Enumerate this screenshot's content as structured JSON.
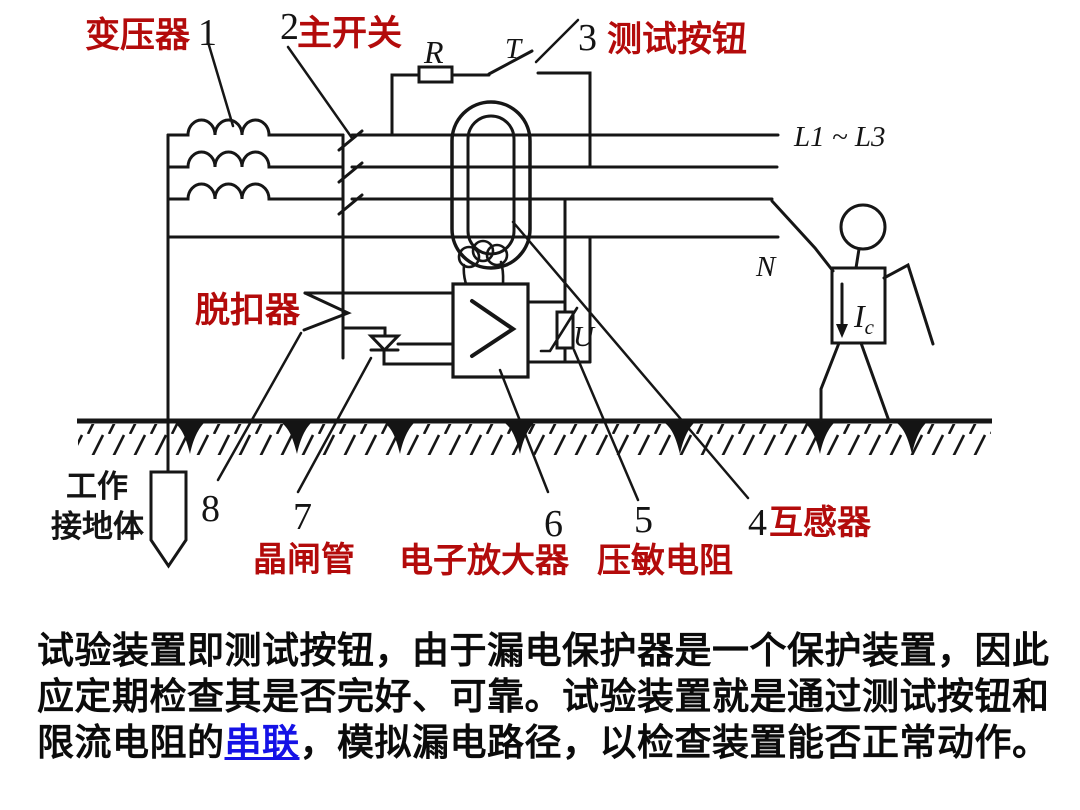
{
  "diagram": {
    "colors": {
      "label_red": "#b30b0b",
      "line_black": "#161616",
      "link_blue": "#1512e6"
    },
    "labels": {
      "transformer": "变压器",
      "num_1": "1",
      "num_2": "2",
      "main_switch": "主开关",
      "num_3": "3",
      "test_button": "测试按钮",
      "resistor_r": "R",
      "switch_t": "T",
      "phase_range": "L1 ~ L3",
      "neutral_n": "N",
      "trip_release": "脱扣器",
      "varistor_u": "U",
      "current_i": "I",
      "current_i_sub": "c",
      "working_earth_1": "工作",
      "working_earth_2": "接地体",
      "num_8": "8",
      "num_7": "7",
      "thyristor": "晶闸管",
      "num_6": "6",
      "amplifier": "电子放大器",
      "num_5": "5",
      "varistor": "压敏电阻",
      "num_4": "4",
      "current_transformer": "互感器"
    }
  },
  "caption": {
    "line1": "试验装置即测试按钮，由于漏电保护器是一个保护装置，因此",
    "line2": "应定期检查其是否完好、可靠。试验装置就是通过测试按钮和",
    "line3_before": "限流电阻的",
    "line3_link": "串联",
    "line3_after": "，模拟漏电路径，以检查装置能否正常动作。"
  }
}
